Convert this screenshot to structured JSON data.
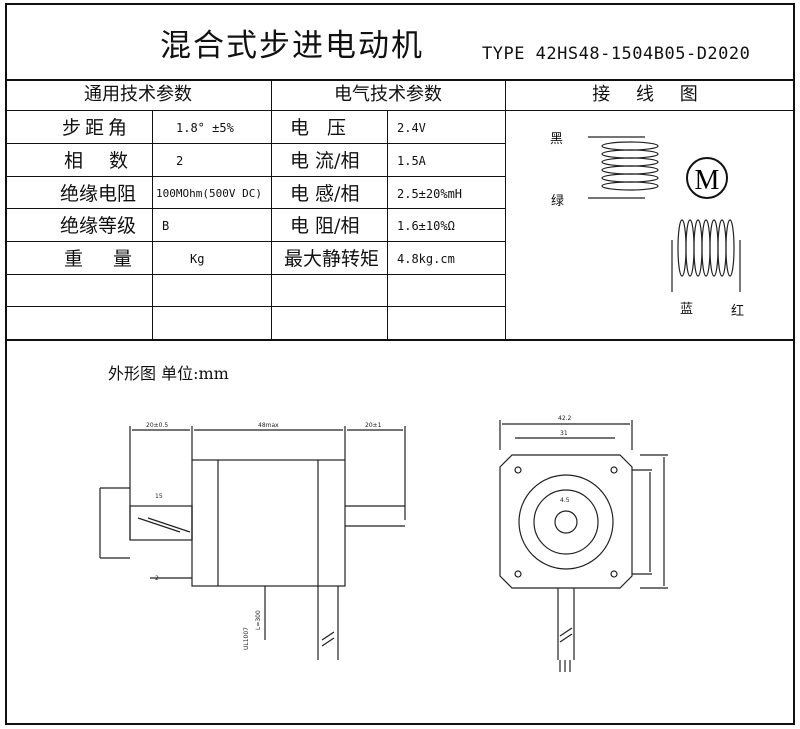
{
  "title": "混合式步进电动机",
  "type_label": "TYPE 42HS48-1504B05-D2020",
  "headers": {
    "general": "通用技术参数",
    "electrical": "电气技术参数",
    "wiring": "接 线 图"
  },
  "general_params": [
    {
      "label": "步距角",
      "value": "1.8° ±5%"
    },
    {
      "label": "相 数",
      "value": "2"
    },
    {
      "label": "绝缘电阻",
      "value": "100MOhm(500V DC)"
    },
    {
      "label": "绝缘等级",
      "value": "B"
    },
    {
      "label": "重 量",
      "value": "Kg"
    }
  ],
  "electrical_params": [
    {
      "label": "电 压",
      "value": "2.4V"
    },
    {
      "label": "电 流/相",
      "value": "1.5A"
    },
    {
      "label": "电 感/相",
      "value": "2.5±20%mH"
    },
    {
      "label": "电 阻/相",
      "value": "1.6±10%Ω"
    },
    {
      "label": "最大静转矩",
      "value": "4.8kg.cm"
    }
  ],
  "wiring": {
    "black": "黑",
    "green": "绿",
    "blue": "蓝",
    "red": "红",
    "motor_symbol": "M"
  },
  "outline": {
    "label": "外形图 单位:mm",
    "dims": {
      "shaft_len": "20±0.5",
      "body_len": "48max",
      "rear_len": "20±1",
      "flat_len": "15",
      "width": "42.2",
      "hole_spacing": "31",
      "d_cut": "4.5",
      "chamfer": "2",
      "lead": "UL1007",
      "lead_len": "L=300"
    }
  }
}
